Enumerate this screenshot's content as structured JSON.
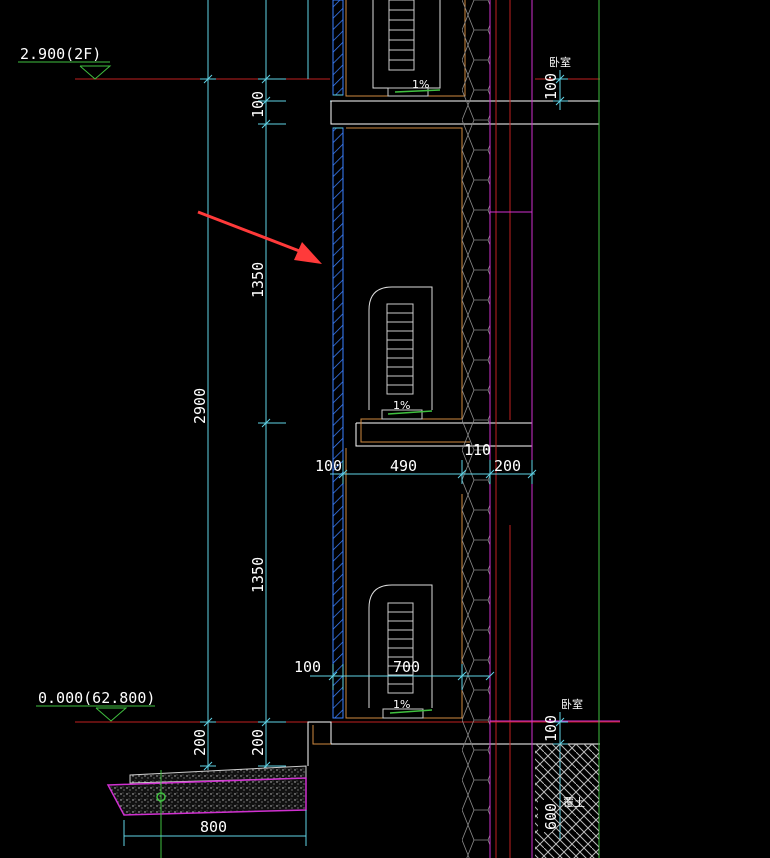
{
  "elevations": {
    "upper": "2.900(2F)",
    "lower": "0.000(62.800)"
  },
  "dimensions": {
    "top_100": "100",
    "upper_1350": "1350",
    "total_2900": "2900",
    "lower_1350": "1350",
    "mid_100": "100",
    "mid_490": "490",
    "mid_110": "110",
    "mid_200": "200",
    "low_100": "100",
    "low_700": "700",
    "base_200_left": "200",
    "base_200_right": "200",
    "right_100_top": "100",
    "right_100_bottom": "100",
    "right_600": "600",
    "footing_800": "800"
  },
  "slopes": {
    "top": "1%",
    "middle": "1%",
    "bottom": "1%"
  },
  "room_labels": {
    "upper": "卧室",
    "lower": "卧室",
    "soil": "覆土"
  },
  "colors": {
    "background": "#000000",
    "dimension": "#5fd3e6",
    "window": "#3a7fff",
    "wall": "#ffffff",
    "orange": "#d08a40",
    "magenta": "#d030d0",
    "green": "#40c040",
    "red": "#c02020",
    "arrow": "#ff3a3a"
  }
}
